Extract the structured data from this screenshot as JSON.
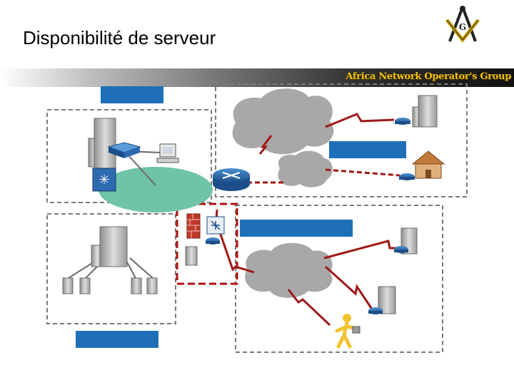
{
  "slide": {
    "title": "Disponibilité de serveur"
  },
  "header": {
    "org_name": "Africa Network Operator's Group"
  },
  "colors": {
    "label_box": "#1f6fb8",
    "cloud": "#a8a8a8",
    "lan": "#6fc3a8",
    "wan_link": "#a01818",
    "dmz_border": "#b01010",
    "zone_border": "#7a7a7a"
  },
  "icons": [
    "masonic-compass-logo",
    "building-icon",
    "switch-icon",
    "workstation-icon",
    "multilayer-switch-icon",
    "router-icon",
    "firewall-icon",
    "server-icon",
    "home-office-icon",
    "mobile-user-icon"
  ]
}
